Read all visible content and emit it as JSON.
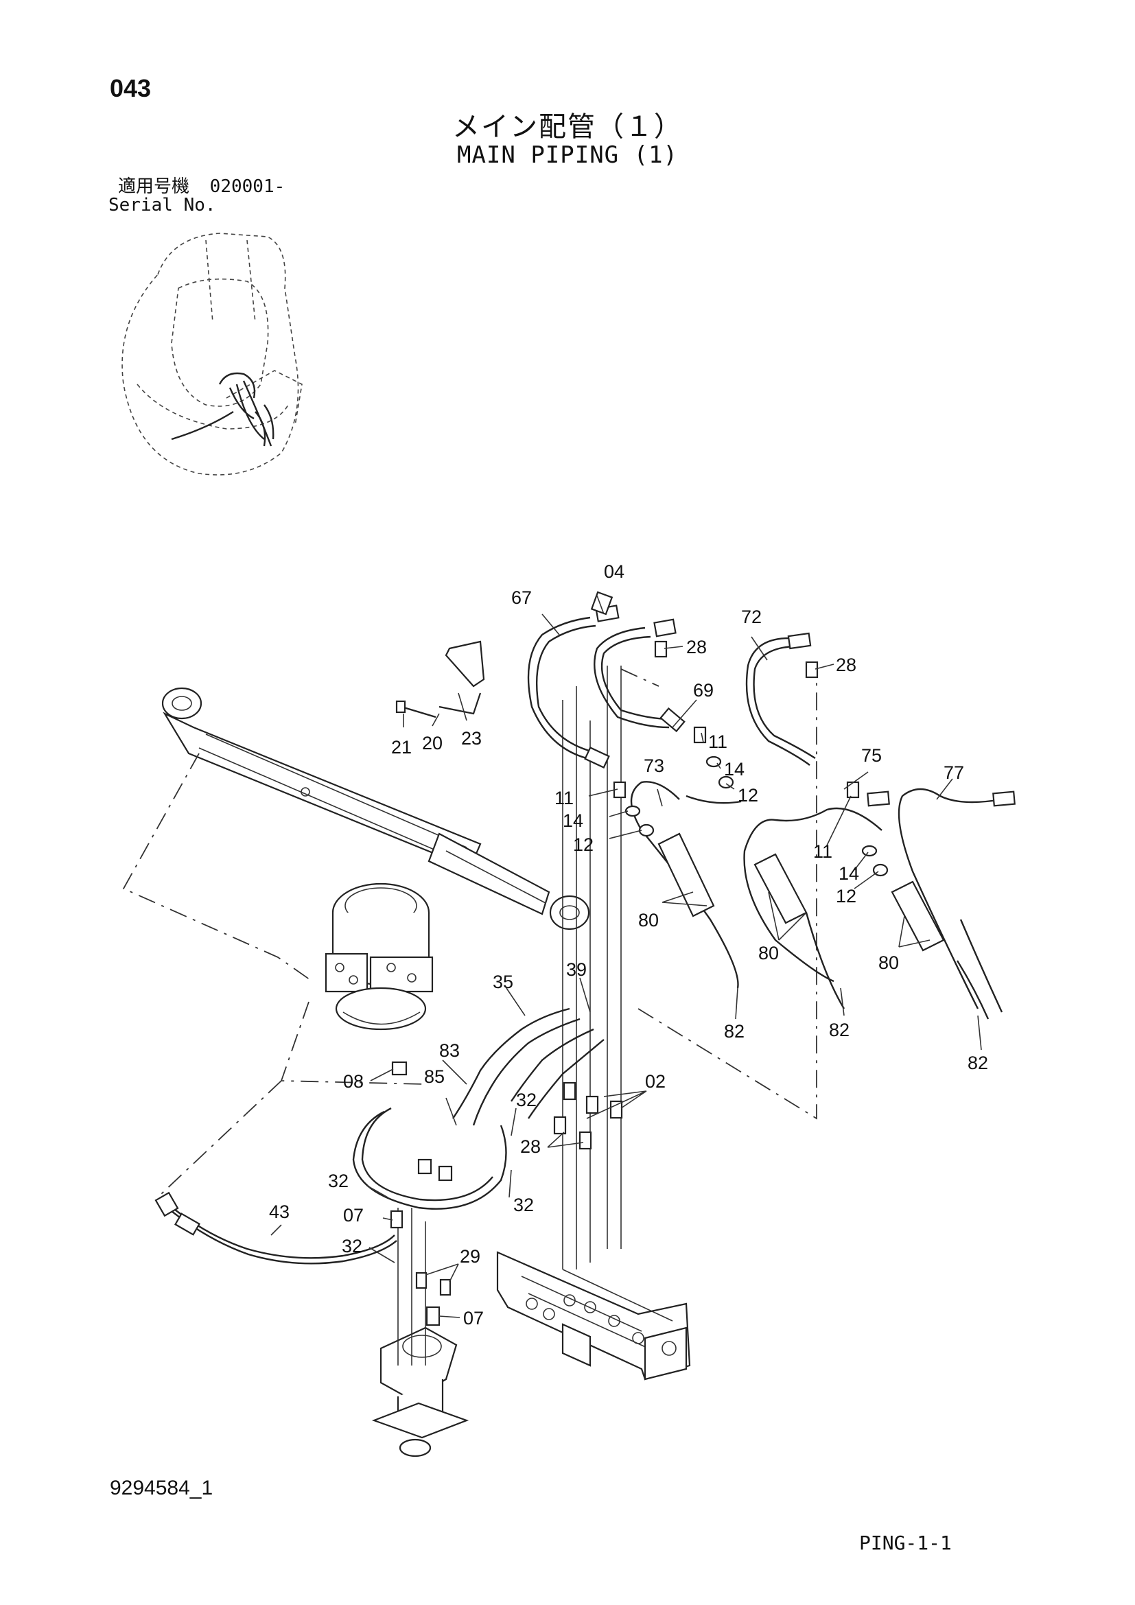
{
  "header": {
    "page_number": "043",
    "title_jp": "メイン配管（１）",
    "title_en": "MAIN PIPING (1)",
    "serial_label_jp": "適用号機",
    "serial_value": "020001-",
    "serial_label_en": "Serial No."
  },
  "footer": {
    "document_number": "9294584_1",
    "sheet_code": "PING-1-1"
  },
  "callouts": {
    "c04": "04",
    "c67": "67",
    "c28a": "28",
    "c72": "72",
    "c28b": "28",
    "c69": "69",
    "c21": "21",
    "c20": "20",
    "c23": "23",
    "c11a": "11",
    "c14a": "14",
    "c12a": "12",
    "c73": "73",
    "c11b": "11",
    "c14b": "14",
    "c12b": "12",
    "c75": "75",
    "c77": "77",
    "c11c": "11",
    "c14c": "14",
    "c12c": "12",
    "c80a": "80",
    "c80b": "80",
    "c80c": "80",
    "c82a": "82",
    "c82b": "82",
    "c82c": "82",
    "c35": "35",
    "c39": "39",
    "c83": "83",
    "c02": "02",
    "c08": "08",
    "c85": "85",
    "c32a": "32",
    "c28c": "28",
    "c32b": "32",
    "c32c": "32",
    "c07a": "07",
    "c43": "43",
    "c32d": "32",
    "c29": "29",
    "c07b": "07"
  }
}
